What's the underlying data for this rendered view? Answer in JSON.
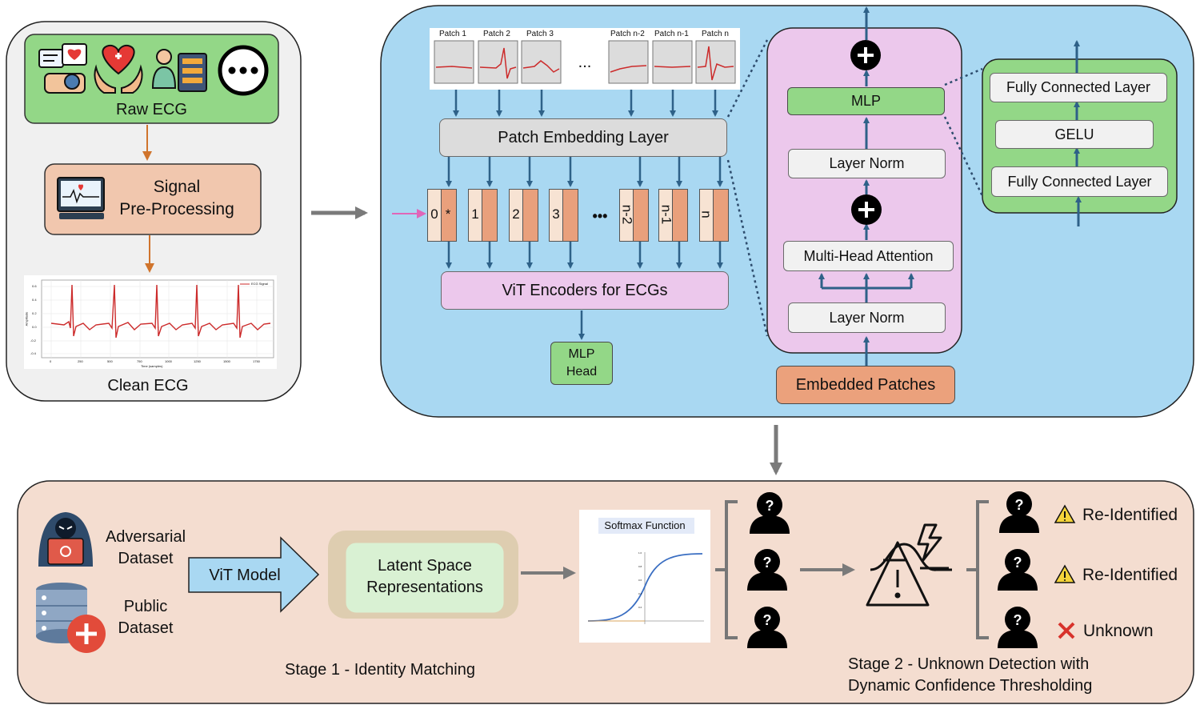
{
  "input_panel": {
    "raw_ecg": "Raw ECG",
    "preprocessing_line1": "Signal",
    "preprocessing_line2": "Pre-Processing",
    "clean_ecg": "Clean ECG",
    "plot_legend": "ECG Signal",
    "plot_ylabel": "Amplitude",
    "plot_xlabel": "Time (samples)",
    "plot_yticks": [
      "0.6",
      "0.4",
      "0.2",
      "0.0",
      "-0.2",
      "-0.4"
    ],
    "plot_xticks": [
      "0",
      "250",
      "500",
      "750",
      "1000",
      "1250",
      "1500",
      "1750"
    ]
  },
  "vit_panel": {
    "patches": [
      "Patch 1",
      "Patch 2",
      "Patch 3",
      "Patch n-2",
      "Patch n-1",
      "Patch n"
    ],
    "patch_ellipsis": "...",
    "patch_embedding": "Patch Embedding Layer",
    "tokens": [
      "0",
      "*",
      "1",
      "2",
      "3",
      "n-2",
      "n-1",
      "n"
    ],
    "token_ellipsis": "•••",
    "encoders": "ViT Encoders for ECGs",
    "mlp_head": "MLP\nHead"
  },
  "encoder_block": {
    "mlp": "MLP",
    "layer_norm_top": "Layer Norm",
    "attention": "Multi-Head Attention",
    "layer_norm_bottom": "Layer Norm",
    "embedded_patches": "Embedded Patches",
    "plus": "+"
  },
  "mlp_detail": {
    "fc_top": "Fully Connected Layer",
    "gelu": "GELU",
    "fc_bottom": "Fully Connected Layer"
  },
  "bottom_panel": {
    "adversarial_dataset": "Adversarial\nDataset",
    "public_dataset": "Public\nDataset",
    "vit_model": "ViT Model",
    "latent_space": "Latent Space\nRepresentations",
    "softmax_title": "Softmax Function",
    "softmax_yticks": [
      "1.0",
      "0.8",
      "0.6",
      "0.4",
      "0.2"
    ],
    "stage1": "Stage 1 - Identity Matching",
    "stage2": "Stage 2 - Unknown Detection with\nDynamic Confidence Thresholding",
    "outcomes": [
      "Re-Identified",
      "Re-Identified",
      "Unknown"
    ]
  },
  "colors": {
    "blue_panel": "#a9d8f2",
    "pink": "#ecc8ec",
    "green": "#93d787",
    "salmon": "#eba17c",
    "arrow_blue": "#2e6188",
    "gray_arrow": "#7a7a7a",
    "orange_arrow": "#d0742c",
    "ecg_red": "#cc2b2b"
  }
}
